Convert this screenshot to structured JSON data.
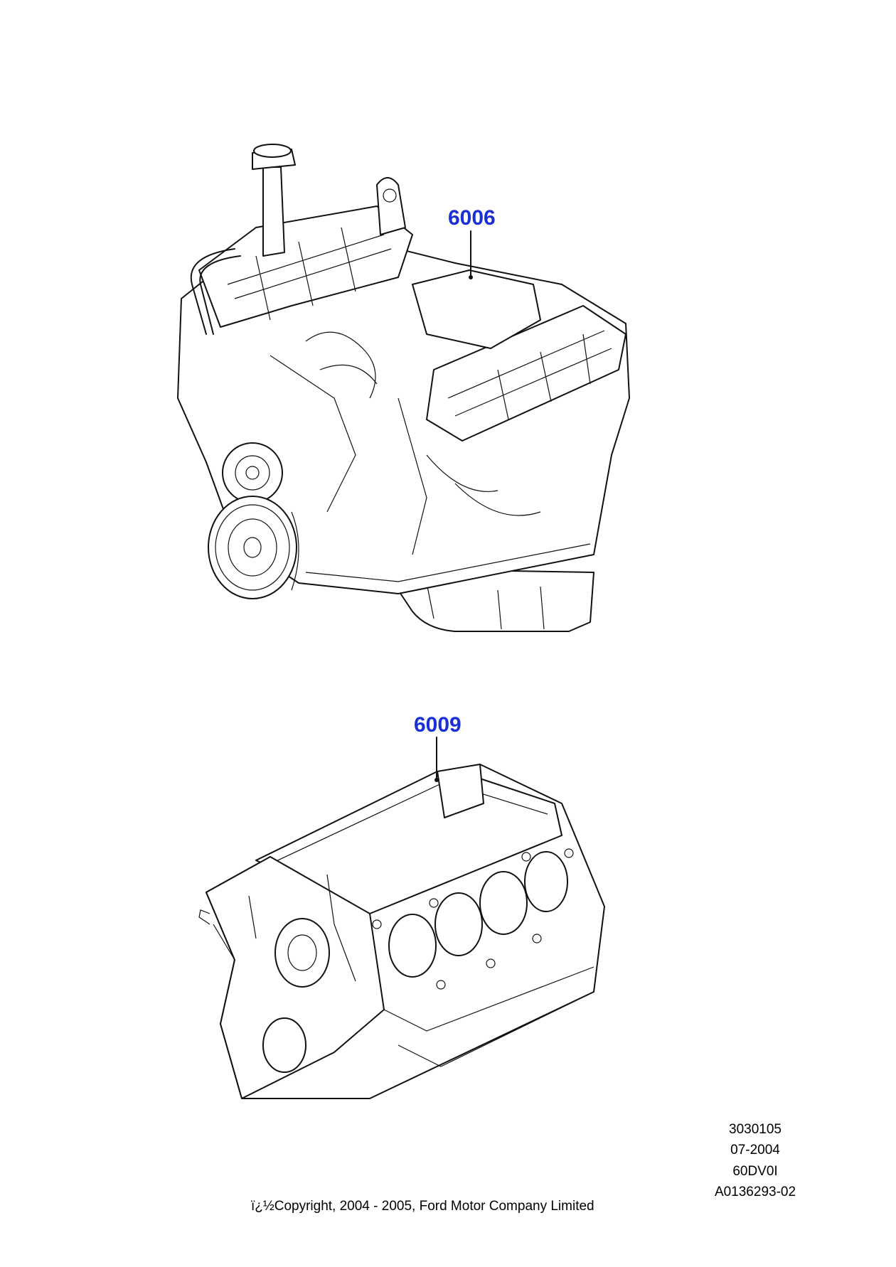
{
  "callouts": {
    "engine_assembly": "6006",
    "short_block": "6009"
  },
  "meta": {
    "line1": "3030105",
    "line2": "07-2004",
    "line3": "60DV0I",
    "line4": "A0136293-02"
  },
  "copyright": "ï¿½Copyright, 2004 - 2005, Ford Motor Company Limited",
  "colors": {
    "callout": "#1a2fd6",
    "linework": "#111111"
  }
}
